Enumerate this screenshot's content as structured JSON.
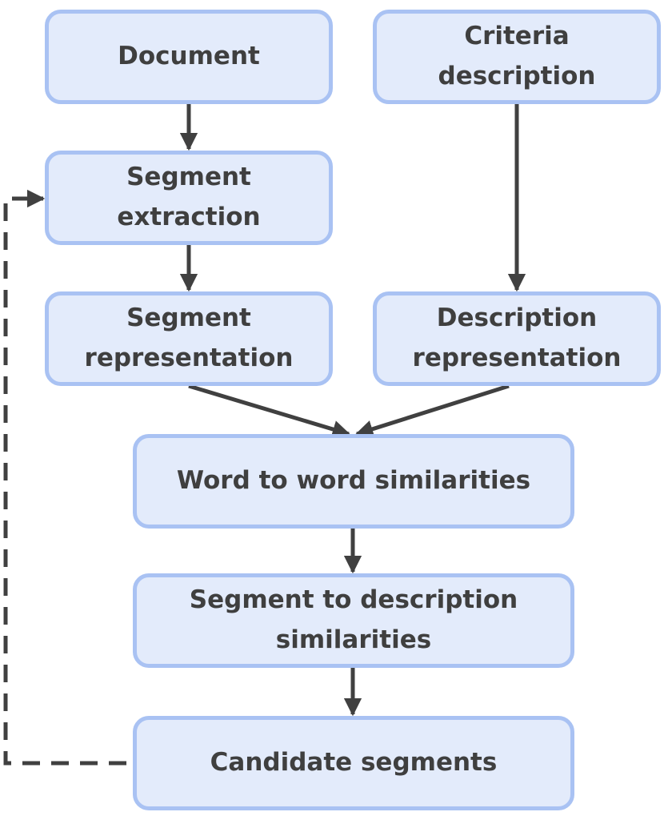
{
  "diagram": {
    "nodes": {
      "document": "Document",
      "criteria_description": "Criteria\ndescription",
      "segment_extraction": "Segment\nextraction",
      "segment_representation": "Segment\nrepresentation",
      "description_representation": "Description\nrepresentation",
      "word_similarities": "Word to word similarities",
      "segment_description_similarities": "Segment to description\nsimilarities",
      "candidate_segments": "Candidate segments"
    },
    "edges": [
      {
        "from": "document",
        "to": "segment_extraction",
        "style": "solid"
      },
      {
        "from": "segment_extraction",
        "to": "segment_representation",
        "style": "solid"
      },
      {
        "from": "criteria_description",
        "to": "description_representation",
        "style": "solid"
      },
      {
        "from": "segment_representation",
        "to": "word_similarities",
        "style": "solid"
      },
      {
        "from": "description_representation",
        "to": "word_similarities",
        "style": "solid"
      },
      {
        "from": "word_similarities",
        "to": "segment_description_similarities",
        "style": "solid"
      },
      {
        "from": "segment_description_similarities",
        "to": "candidate_segments",
        "style": "solid"
      },
      {
        "from": "candidate_segments",
        "to": "segment_extraction",
        "style": "dashed"
      }
    ],
    "colors": {
      "box_fill": "#e3ebfb",
      "box_border": "#a9c2f3",
      "text": "#3f3f3f",
      "arrow": "#404040"
    }
  }
}
